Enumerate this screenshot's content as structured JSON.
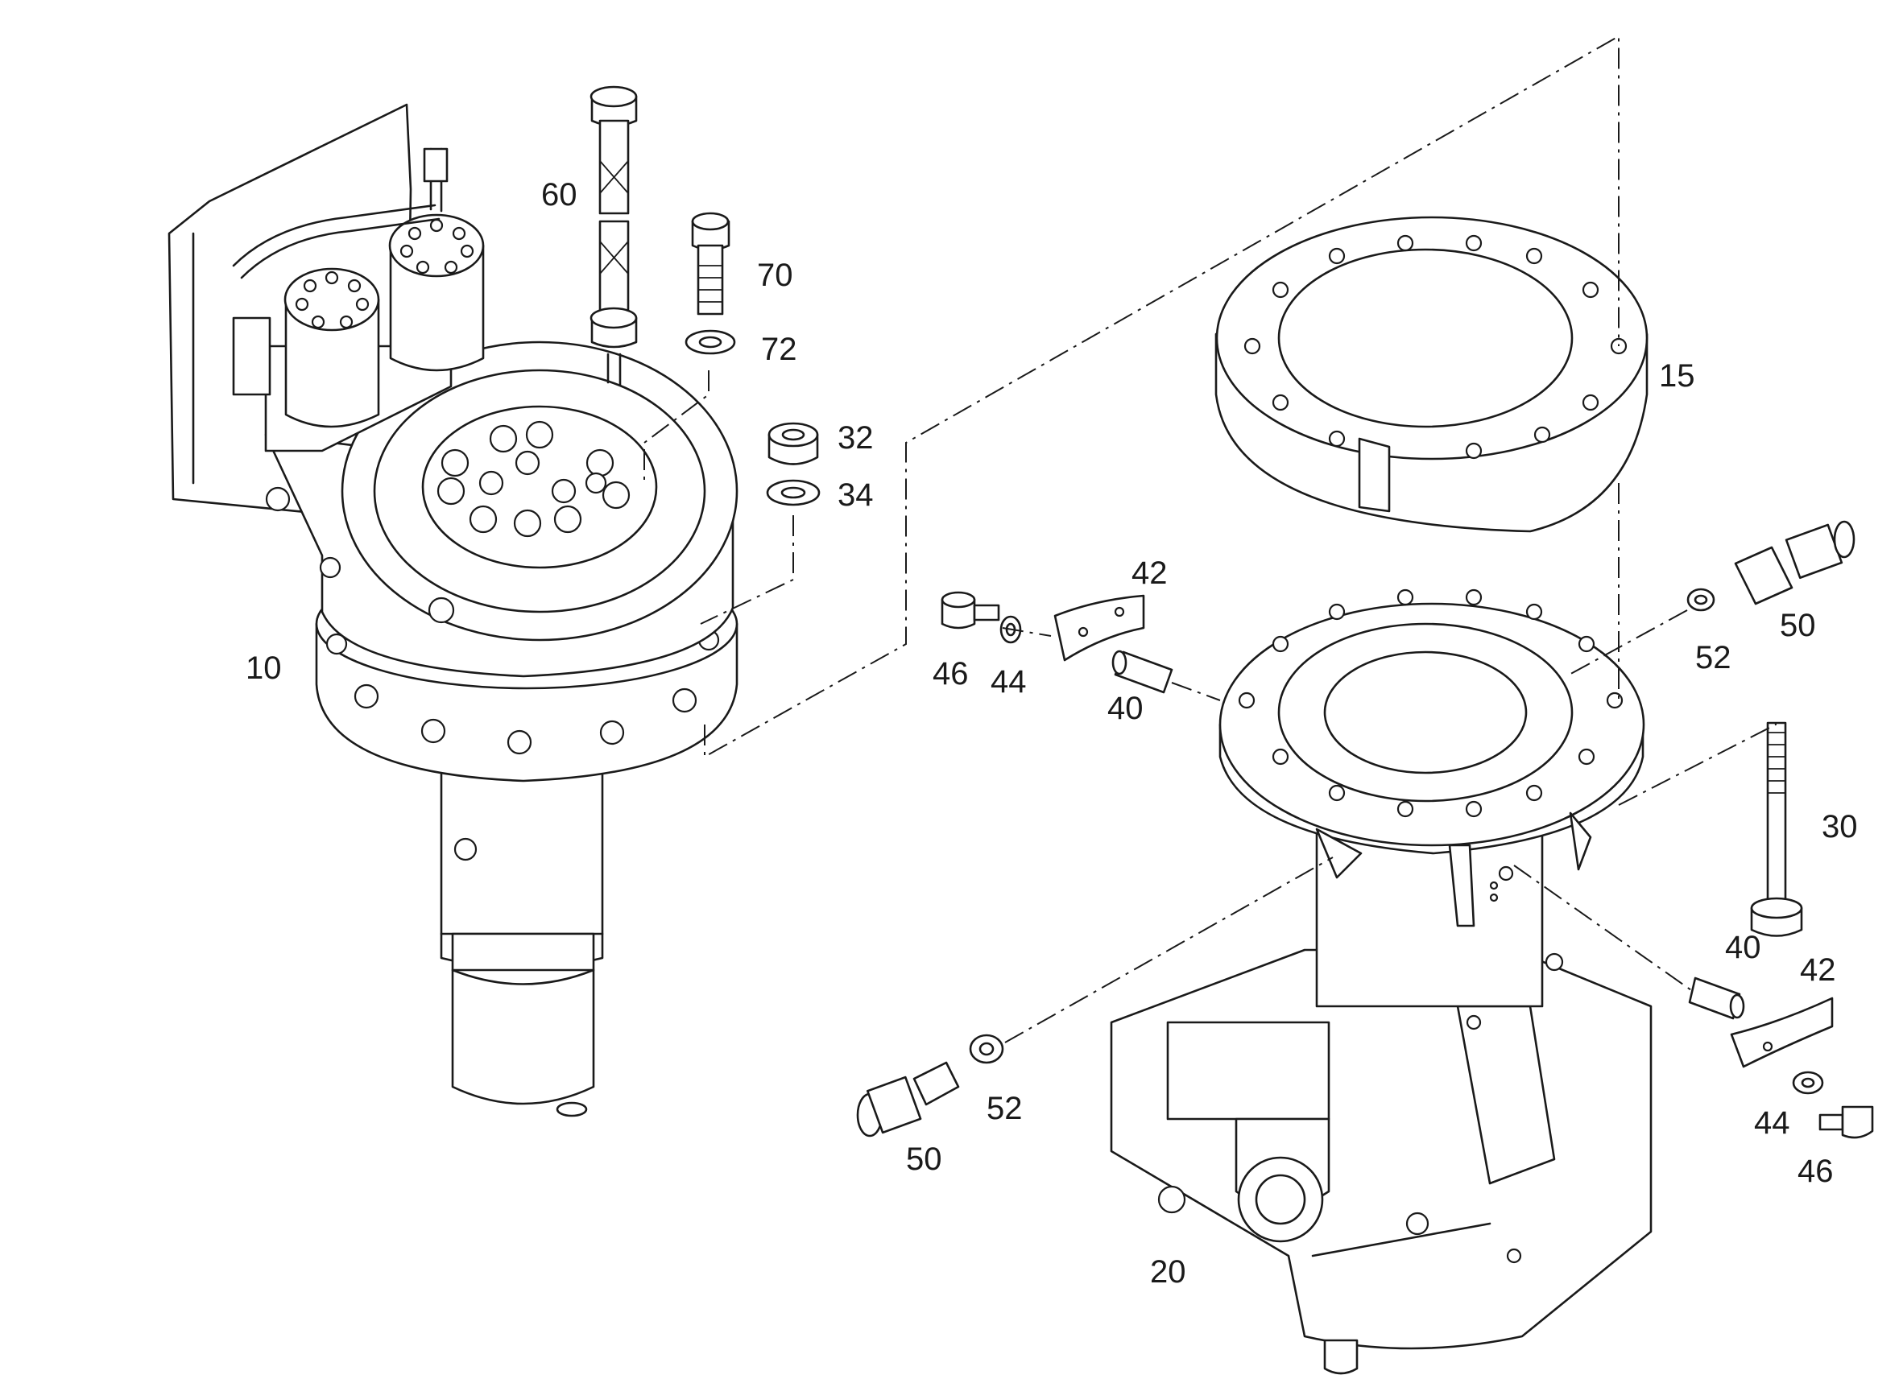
{
  "callouts": [
    {
      "id": "c10",
      "text": "10"
    },
    {
      "id": "c15",
      "text": "15"
    },
    {
      "id": "c20",
      "text": "20"
    },
    {
      "id": "c30",
      "text": "30"
    },
    {
      "id": "c32",
      "text": "32"
    },
    {
      "id": "c34",
      "text": "34"
    },
    {
      "id": "c40a",
      "text": "40"
    },
    {
      "id": "c40b",
      "text": "40"
    },
    {
      "id": "c42a",
      "text": "42"
    },
    {
      "id": "c42b",
      "text": "42"
    },
    {
      "id": "c44a",
      "text": "44"
    },
    {
      "id": "c44b",
      "text": "44"
    },
    {
      "id": "c46a",
      "text": "46"
    },
    {
      "id": "c46b",
      "text": "46"
    },
    {
      "id": "c50a",
      "text": "50"
    },
    {
      "id": "c50b",
      "text": "50"
    },
    {
      "id": "c52a",
      "text": "52"
    },
    {
      "id": "c52b",
      "text": "52"
    },
    {
      "id": "c60",
      "text": "60"
    },
    {
      "id": "c70",
      "text": "70"
    },
    {
      "id": "c72",
      "text": "72"
    }
  ]
}
